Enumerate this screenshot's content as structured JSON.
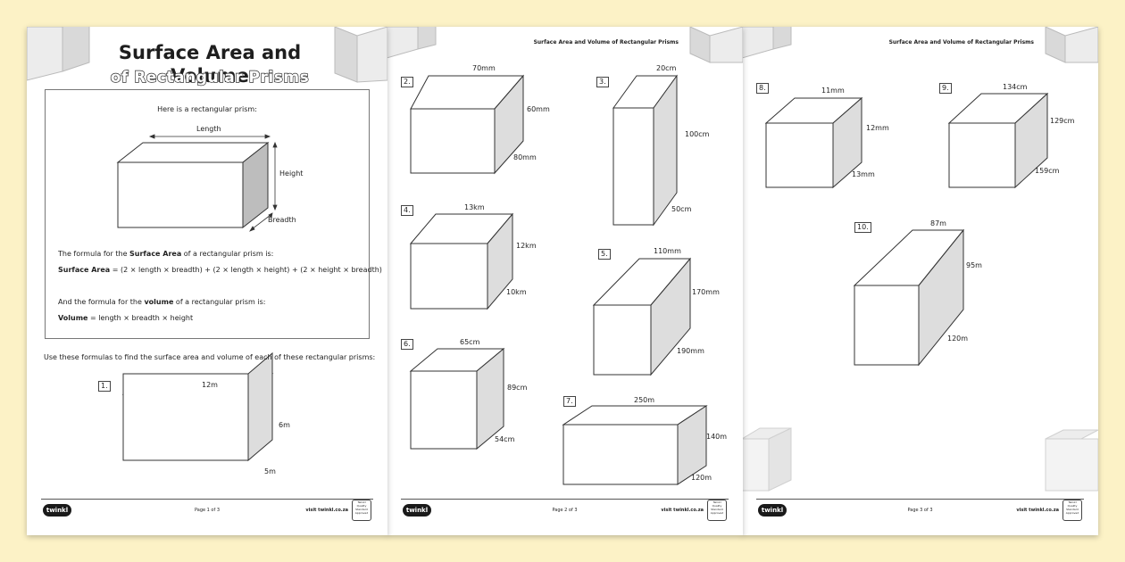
{
  "page1": {
    "title_line1": "Surface Area and Volume",
    "title_line2": "of Rectangular Prisms",
    "intro": "Here is a rectangular prism:",
    "diagram_labels": {
      "length": "Length",
      "height": "Height",
      "breadth": "Breadth"
    },
    "formula_intro_pre": "The formula for the ",
    "formula_intro_bold": "Surface Area",
    "formula_intro_post": " of a rectangular prism is:",
    "sa_label": "Surface Area",
    "sa_formula": " = (2 × length × breadth) + (2 × length × height) + (2 × height × breadth)",
    "vol_intro_pre": "And the formula for the ",
    "vol_intro_bold": "volume",
    "vol_intro_post": " of a rectangular prism is:",
    "vol_label": "Volume",
    "vol_formula": " = length × breadth × height",
    "instruction": "Use these formulas to find the surface area and volume of each of these rectangular prisms:",
    "q1": {
      "num": "1.",
      "top": "12m",
      "side": "6m",
      "depth": "5m"
    },
    "footer": {
      "page": "Page 1 of 3",
      "visit": "visit twinkl.co.za"
    }
  },
  "page2": {
    "running_title": "Surface Area and Volume of Rectangular Prisms",
    "questions": [
      {
        "num": "2.",
        "top": "70mm",
        "side": "60mm",
        "depth": "80mm"
      },
      {
        "num": "3.",
        "top": "20cm",
        "side": "100cm",
        "depth": "50cm"
      },
      {
        "num": "4.",
        "top": "13km",
        "side": "12km",
        "depth": "10km"
      },
      {
        "num": "5.",
        "top": "110mm",
        "side": "170mm",
        "depth": "190mm"
      },
      {
        "num": "6.",
        "top": "65cm",
        "side": "89cm",
        "depth": "54cm"
      },
      {
        "num": "7.",
        "top": "250m",
        "side": "140m",
        "depth": "120m"
      }
    ],
    "footer": {
      "page": "Page 2 of 3",
      "visit": "visit twinkl.co.za"
    }
  },
  "page3": {
    "running_title": "Surface Area and Volume of Rectangular Prisms",
    "questions": [
      {
        "num": "8.",
        "top": "11mm",
        "side": "12mm",
        "depth": "13mm"
      },
      {
        "num": "9.",
        "top": "134cm",
        "side": "129cm",
        "depth": "159cm"
      },
      {
        "num": "10.",
        "top": "87m",
        "side": "95m",
        "depth": "120m"
      }
    ],
    "footer": {
      "page": "Page 3 of 3",
      "visit": "visit twinkl.co.za"
    }
  },
  "brand": {
    "logo": "twinkl",
    "badge": "Twinkl Quality Standard Approved"
  }
}
